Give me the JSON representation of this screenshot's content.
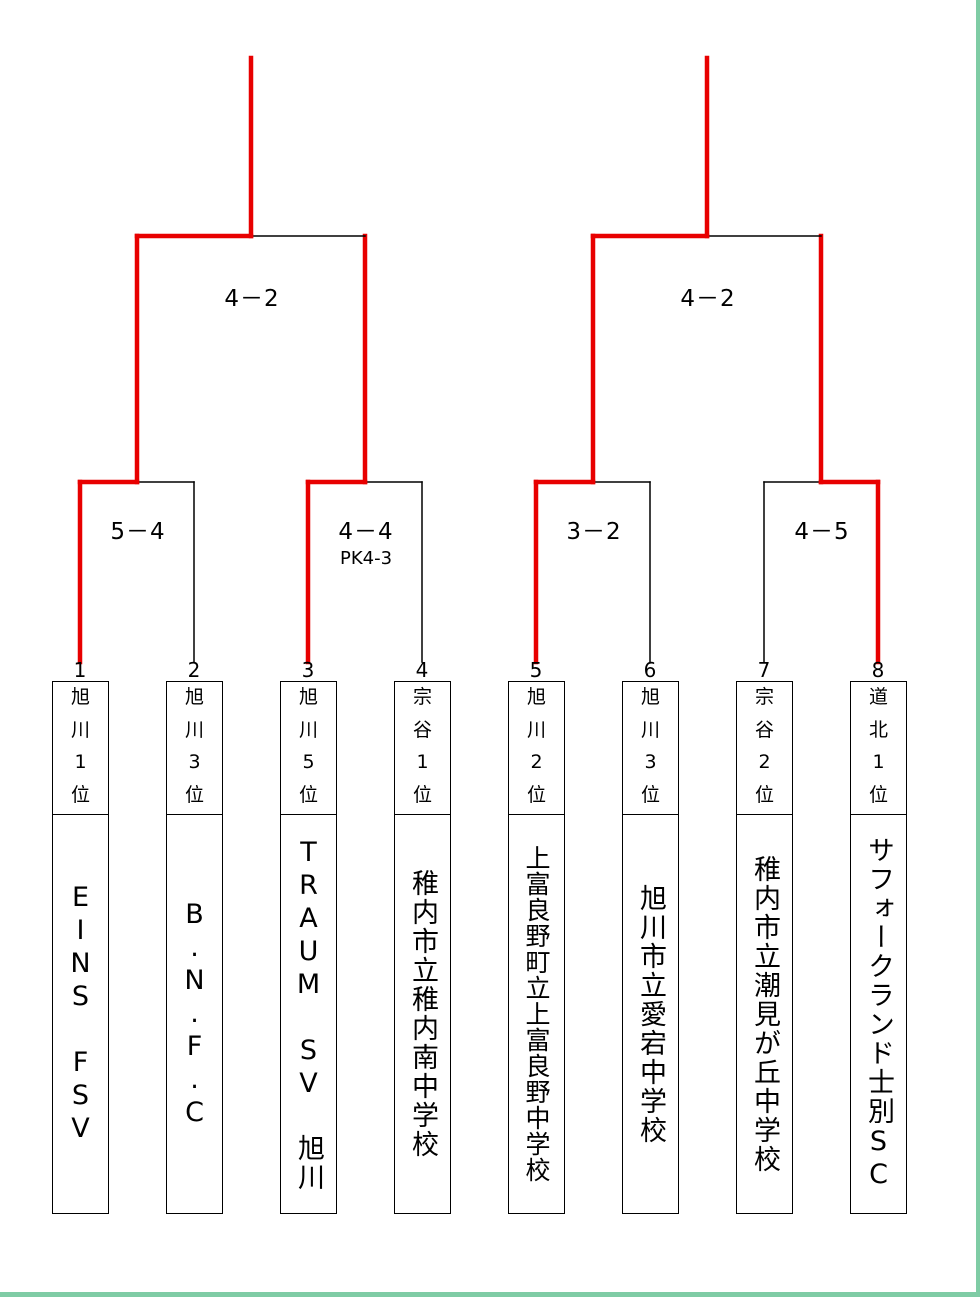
{
  "colors": {
    "winner_line": "#e80000",
    "loser_line": "#000000",
    "frame": "#7fcca5"
  },
  "teams": [
    {
      "seed": "1",
      "rank": [
        "旭",
        "川",
        "1",
        "位"
      ],
      "name": "EINS FSV"
    },
    {
      "seed": "2",
      "rank": [
        "旭",
        "川",
        "3",
        "位"
      ],
      "name": "B.N.F.C"
    },
    {
      "seed": "3",
      "rank": [
        "旭",
        "川",
        "5",
        "位"
      ],
      "name": "TRAUM SV 旭川"
    },
    {
      "seed": "4",
      "rank": [
        "宗",
        "谷",
        "1",
        "位"
      ],
      "name": "稚内市立稚内南中学校"
    },
    {
      "seed": "5",
      "rank": [
        "旭",
        "川",
        "2",
        "位"
      ],
      "name": "上富良野町立上富良野中学校"
    },
    {
      "seed": "6",
      "rank": [
        "旭",
        "川",
        "3",
        "位"
      ],
      "name": "旭川市立愛宕中学校"
    },
    {
      "seed": "7",
      "rank": [
        "宗",
        "谷",
        "2",
        "位"
      ],
      "name": "稚内市立潮見が丘中学校"
    },
    {
      "seed": "8",
      "rank": [
        "道",
        "北",
        "1",
        "位"
      ],
      "name": "サフォークランド士別SC"
    }
  ],
  "round1": [
    {
      "score": "5－4",
      "pk": "",
      "winner": 0
    },
    {
      "score": "4－4",
      "pk": "PK4-3",
      "winner": 0
    },
    {
      "score": "3－2",
      "pk": "",
      "winner": 0
    },
    {
      "score": "4－5",
      "pk": "",
      "winner": 1
    }
  ],
  "round2": [
    {
      "score": "4－2",
      "winner": 0
    },
    {
      "score": "4－2",
      "winner": 0
    }
  ]
}
